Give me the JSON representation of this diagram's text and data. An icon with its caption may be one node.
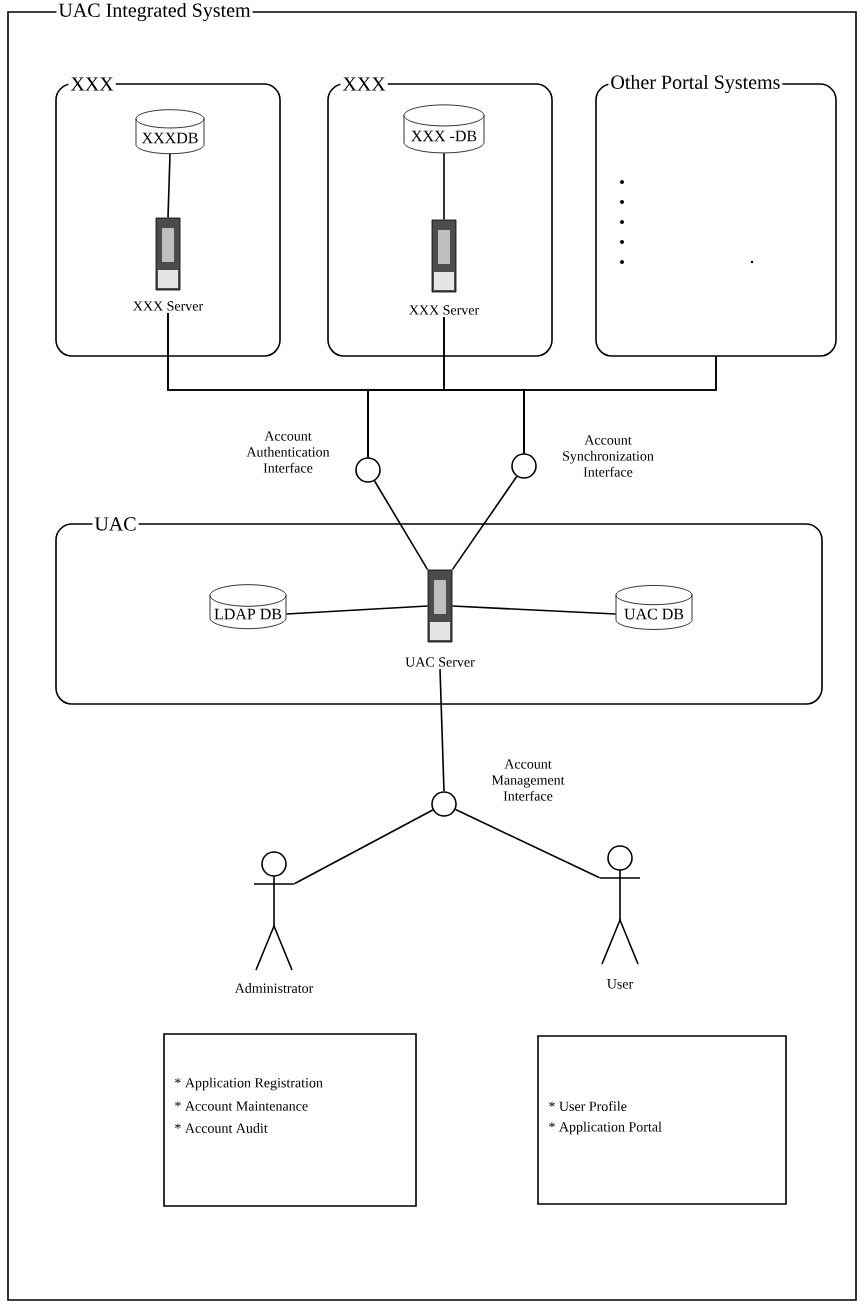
{
  "diagram": {
    "nodes": [
      {
        "text": [
          "UAC Integrated System"
        ]
      },
      {
        "text": [
          "XXX"
        ],
        "in": 0
      },
      {
        "text": [
          "XXXDB"
        ],
        "in": 1
      },
      {
        "text": [
          "XXX Server"
        ],
        "in": 1
      },
      {
        "text": [
          "XXX"
        ],
        "in": 0
      },
      {
        "text": [
          "XXX -DB"
        ],
        "in": 4
      },
      {
        "text": [
          "XXX Server"
        ],
        "in": 4
      },
      {
        "text": [
          "Other Portal Systems"
        ],
        "in": 0
      },
      {
        "text": [],
        "shape": "circle",
        "beside": [
          "Account Authentication Interface"
        ],
        "in": 0
      },
      {
        "text": [],
        "shape": "circle",
        "beside": [
          "Account Synchronization Interface"
        ],
        "in": 0
      },
      {
        "text": [
          "UAC"
        ],
        "in": 0
      },
      {
        "text": [
          "LDAP DB"
        ],
        "in": 10
      },
      {
        "text": [
          "UAC Server"
        ],
        "in": 10
      },
      {
        "text": [
          "UAC DB"
        ],
        "in": 10
      },
      {
        "text": [],
        "shape": "circle",
        "beside": [
          "Account Management Interface"
        ],
        "in": 0
      },
      {
        "text": [],
        "shape": "person",
        "beside": [
          "Administrator"
        ],
        "in": 0
      },
      {
        "text": [],
        "shape": "person",
        "beside": [
          "User"
        ],
        "in": 0
      },
      {
        "text": [
          "* Application Registration",
          "* Account Maintenance",
          "* Account Audit"
        ],
        "in": 0
      },
      {
        "text": [
          "* User Profile",
          "* Application Portal"
        ],
        "in": 0
      }
    ],
    "edges": [
      {
        "from": 2,
        "to": 3,
        "arrow": "none"
      },
      {
        "from": 5,
        "to": 6,
        "arrow": "none"
      },
      {
        "from": 3,
        "to": 8,
        "arrow": "none"
      },
      {
        "from": 3,
        "to": 9,
        "arrow": "none"
      },
      {
        "from": 6,
        "to": 8,
        "arrow": "none"
      },
      {
        "from": 6,
        "to": 9,
        "arrow": "none"
      },
      {
        "from": 7,
        "to": 8,
        "arrow": "none"
      },
      {
        "from": 7,
        "to": 9,
        "arrow": "none"
      },
      {
        "from": 8,
        "to": 12,
        "arrow": "none"
      },
      {
        "from": 9,
        "to": 12,
        "arrow": "none"
      },
      {
        "from": 11,
        "to": 12,
        "arrow": "none"
      },
      {
        "from": 12,
        "to": 13,
        "arrow": "none"
      },
      {
        "from": 12,
        "to": 14,
        "arrow": "none"
      },
      {
        "from": 14,
        "to": 15,
        "arrow": "none"
      },
      {
        "from": 14,
        "to": 16,
        "arrow": "none"
      }
    ]
  }
}
